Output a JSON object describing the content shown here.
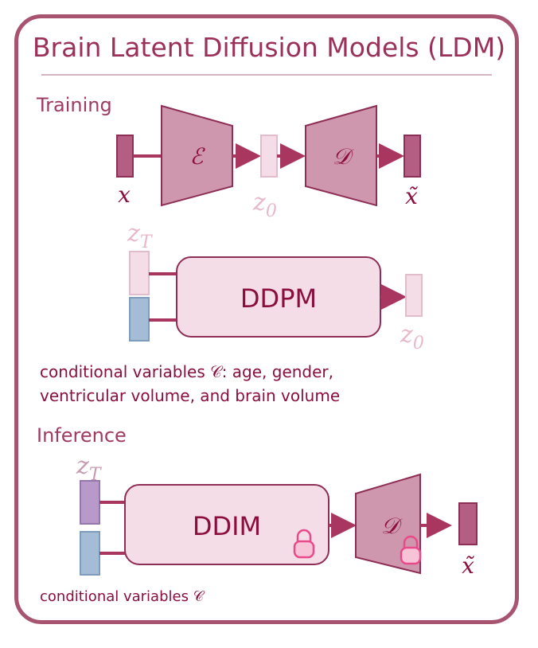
{
  "title": "Brain Latent Diffusion Models (LDM)",
  "training": {
    "heading": "Training",
    "input_label": "x",
    "encoder_label": "ℰ",
    "latent_label": "z",
    "latent_sub": "0",
    "decoder_label": "𝒟",
    "output_label": "x̃",
    "noise_label": "z",
    "noise_sub": "T",
    "model_label": "DDPM",
    "model_output_label": "z",
    "model_output_sub": "0",
    "cond_line1": "conditional variables 𝒞: age, gender,",
    "cond_line2": "ventricular volume, and brain volume"
  },
  "inference": {
    "heading": "Inference",
    "noise_label": "z",
    "noise_sub": "T",
    "model_label": "DDIM",
    "decoder_label": "𝒟",
    "output_label": "x̃",
    "cond_label": "conditional variables 𝒞"
  },
  "colors": {
    "border": "#a8536f",
    "encoder_fill": "#cf97ad",
    "dark_block": "#b35e82",
    "light_block": "#f4dde6",
    "blue_block": "#a5bcd6",
    "purple_block": "#b79ac9",
    "lock": "#e84a8c"
  }
}
